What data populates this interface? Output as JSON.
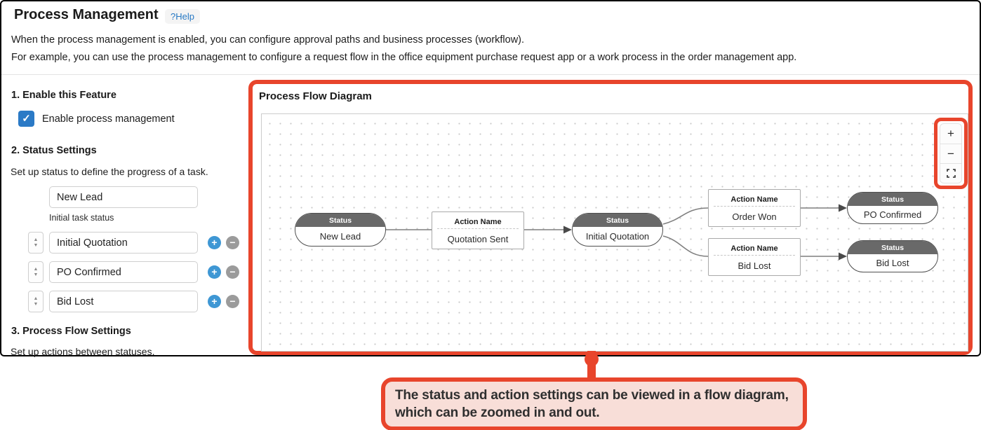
{
  "page": {
    "title": "Process Management",
    "help_label": "?Help",
    "description_line1": "When the process management is enabled, you can configure approval paths and business processes (workflow).",
    "description_line2": "For example, you can use the process management to configure a request flow in the office equipment purchase request app or a work process in the order management app."
  },
  "sections": {
    "enable": {
      "heading": "1. Enable this Feature",
      "checkbox_label": "Enable process management",
      "checkbox_checked": true
    },
    "status": {
      "heading": "2. Status Settings",
      "description": "Set up status to define the progress of a task.",
      "initial_status_note": "Initial task status",
      "statuses": [
        {
          "value": "New Lead",
          "initial": true
        },
        {
          "value": "Initial Quotation",
          "initial": false
        },
        {
          "value": "PO Confirmed",
          "initial": false
        },
        {
          "value": "Bid Lost",
          "initial": false
        }
      ]
    },
    "flow": {
      "heading": "3. Process Flow Settings",
      "description": "Set up actions between statuses."
    }
  },
  "diagram": {
    "title": "Process Flow Diagram",
    "nodes": [
      {
        "kind": "status",
        "header": "Status",
        "label": "New Lead"
      },
      {
        "kind": "action",
        "header": "Action Name",
        "label": "Quotation Sent"
      },
      {
        "kind": "status",
        "header": "Status",
        "label": "Initial Quotation"
      },
      {
        "kind": "action",
        "header": "Action Name",
        "label": "Order Won"
      },
      {
        "kind": "action",
        "header": "Action Name",
        "label": "Bid Lost"
      },
      {
        "kind": "status",
        "header": "Status",
        "label": "PO Confirmed"
      },
      {
        "kind": "status",
        "header": "Status",
        "label": "Bid Lost"
      }
    ],
    "edges": [
      {
        "from": "New Lead",
        "to": "Quotation Sent"
      },
      {
        "from": "Quotation Sent",
        "to": "Initial Quotation"
      },
      {
        "from": "Initial Quotation",
        "to": "Order Won"
      },
      {
        "from": "Order Won",
        "to": "PO Confirmed"
      },
      {
        "from": "Initial Quotation",
        "to": "Bid Lost"
      },
      {
        "from": "Bid Lost",
        "to": "Bid Lost"
      }
    ]
  },
  "callout": {
    "line1": "The status and action settings can be viewed in a flow diagram,",
    "line2": "which can be zoomed in and out."
  },
  "icons": {
    "check": "✓",
    "up": "▲",
    "down": "▼",
    "add": "+",
    "remove": "−",
    "zoom_in": "+",
    "zoom_out": "−"
  },
  "colors": {
    "highlight_orange": "#e8452c",
    "callout_background": "#f8ded8",
    "checkbox_blue": "#2b7ac6",
    "add_button_blue": "#3e97d4",
    "remove_button_gray": "#9b9b9b",
    "status_node_header_gray": "#696969",
    "help_link_blue": "#2779c4"
  }
}
